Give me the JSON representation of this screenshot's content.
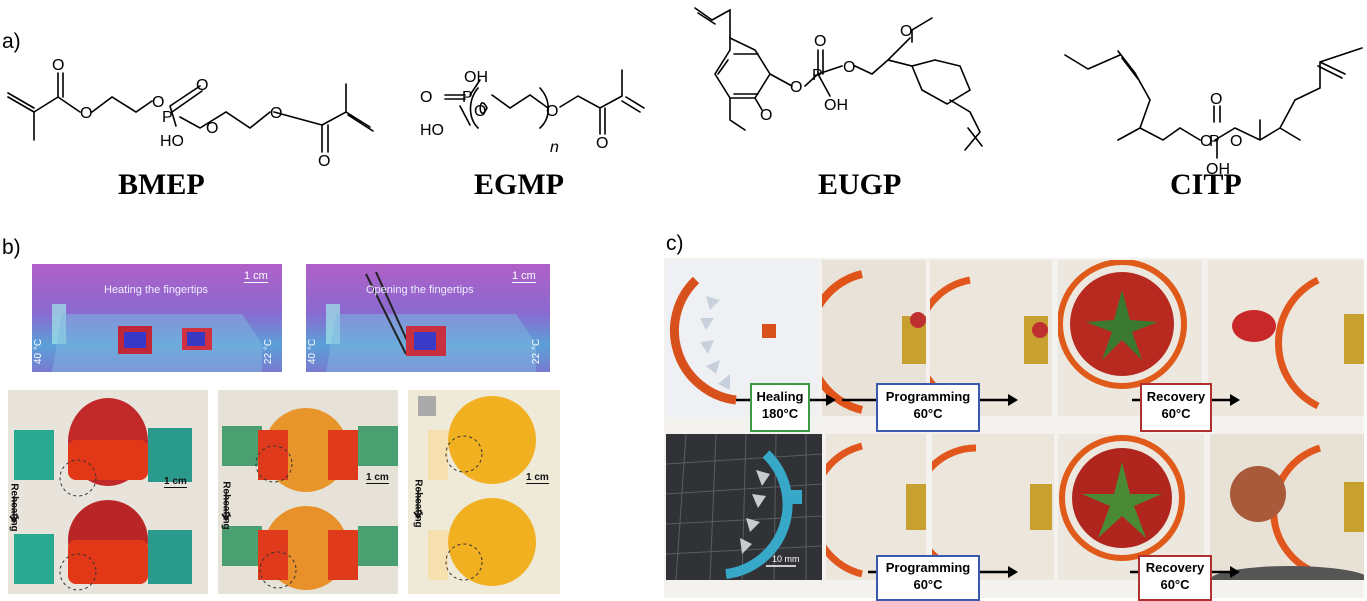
{
  "panels": {
    "a": "a)",
    "b": "b)",
    "c": "c)"
  },
  "compounds": {
    "bmep": "BMEP",
    "egmp": "EGMP",
    "eugp": "EUGP",
    "citp": "CITP"
  },
  "atoms": {
    "o": "O",
    "oh": "OH",
    "ho": "HO",
    "p": "P",
    "n": "n"
  },
  "thermal": {
    "caption1": "Heating the fingertips",
    "caption2": "Opening the fingertips",
    "scale": "1 cm",
    "t_high": "40 °C",
    "t_low": "22 °C"
  },
  "reheat": {
    "label": "Reheating",
    "scale": "1 cm"
  },
  "steps": {
    "healing": "Healing",
    "healing_temp": "180°C",
    "programming": "Programming",
    "programming_temp": "60°C",
    "recovery": "Recovery",
    "recovery_temp": "60°C",
    "scale_mm": "10 mm"
  }
}
